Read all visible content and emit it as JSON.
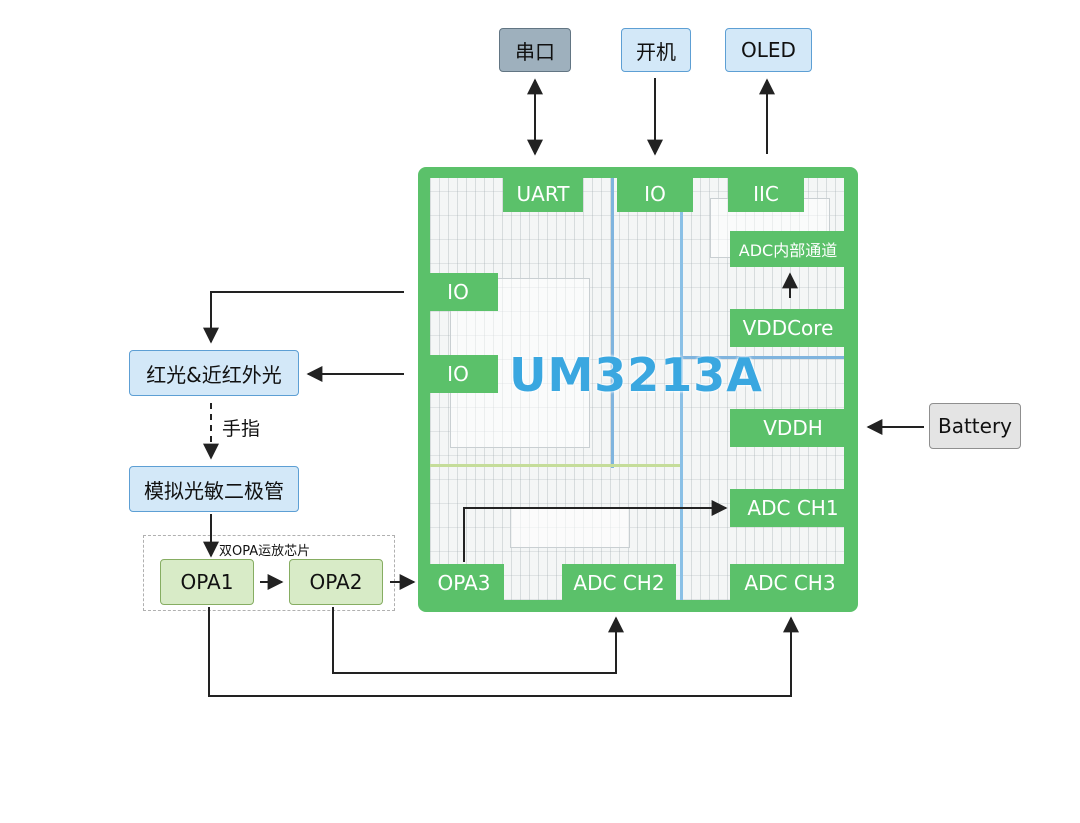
{
  "top_blocks": {
    "uart_port": "串口",
    "power_on": "开机",
    "oled": "OLED"
  },
  "chip": {
    "name": "UM3213A",
    "pins": {
      "uart": "UART",
      "io_top": "IO",
      "iic": "IIC",
      "adc_internal": "ADC内部通道",
      "io_upper": "IO",
      "vddcore": "VDDCore",
      "io_lower": "IO",
      "vddh": "VDDH",
      "adc_ch1": "ADC CH1",
      "opa3": "OPA3",
      "adc_ch2": "ADC CH2",
      "adc_ch3": "ADC CH3"
    }
  },
  "left_blocks": {
    "led": "红光&近红外光",
    "finger": "手指",
    "photodiode": "模拟光敏二极管",
    "dual_opa_label": "双OPA运放芯片",
    "opa1": "OPA1",
    "opa2": "OPA2"
  },
  "battery": "Battery",
  "colors": {
    "chip_green": "#5bc16a",
    "accent_blue": "#3aa7e0",
    "box_blue": "#d3e8f8"
  }
}
